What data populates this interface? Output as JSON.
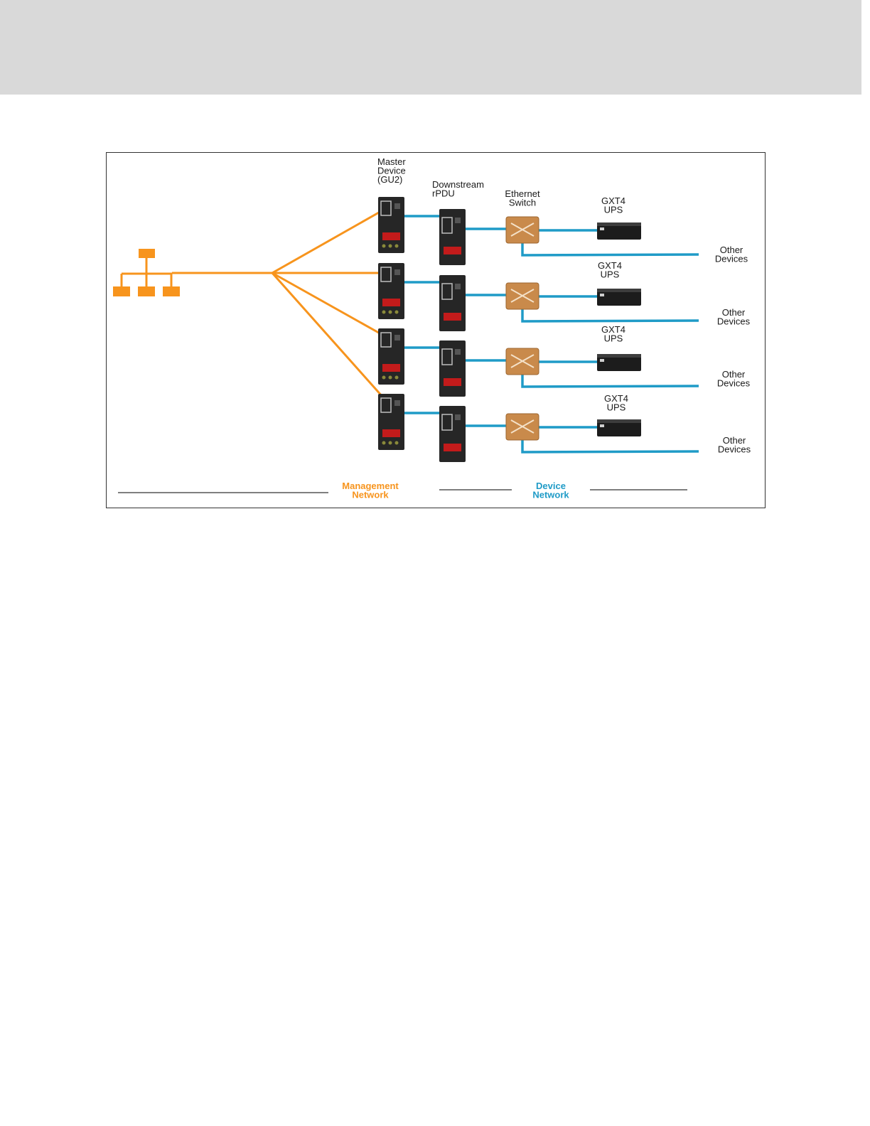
{
  "diagram": {
    "labels": {
      "master_device": [
        "Master",
        "Device",
        "(GU2)"
      ],
      "downstream_rpdu": [
        "Downstream",
        "rPDU"
      ],
      "ethernet_switch": [
        "Ethernet",
        "Switch"
      ]
    },
    "rows": [
      {
        "ups_label": [
          "GXT4",
          "UPS"
        ],
        "other_label": [
          "Other",
          "Devices"
        ]
      },
      {
        "ups_label": [
          "GXT4",
          "UPS"
        ],
        "other_label": [
          "Other",
          "Devices"
        ]
      },
      {
        "ups_label": [
          "GXT4",
          "UPS"
        ],
        "other_label": [
          "Other",
          "Devices"
        ]
      },
      {
        "ups_label": [
          "GXT4",
          "UPS"
        ],
        "other_label": [
          "Other",
          "Devices"
        ]
      }
    ],
    "legend": {
      "management": [
        "Management",
        "Network"
      ],
      "device": [
        "Device",
        "Network"
      ]
    },
    "colors": {
      "management": "#f7941d",
      "device": "#1f9bc7",
      "switch": "#c98a4b",
      "device_body": "#262626",
      "band": "#d9d9d9"
    },
    "icons": {
      "network": "network-hierarchy-icon",
      "pdu": "rpdu-unit-icon",
      "switch": "ethernet-switch-icon",
      "ups": "ups-unit-icon"
    }
  }
}
